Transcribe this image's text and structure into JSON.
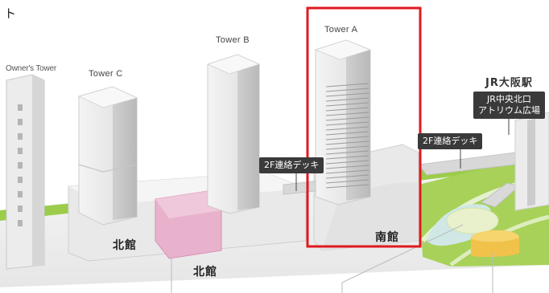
{
  "header_fragment": "ト",
  "buildings": {
    "owners_tower": "Owner's Tower",
    "tower_c": "Tower C",
    "tower_b": "Tower B",
    "tower_a": "Tower A",
    "north_building": "北館",
    "north_building_lower": "北館",
    "south_building": "南館"
  },
  "station": {
    "name": "JR大阪駅"
  },
  "callouts": {
    "deck_left": "2F連絡デッキ",
    "deck_right": "2F連絡デッキ",
    "atrium_line1": "JR中央北口",
    "atrium_line2": "アトリウム広場"
  },
  "colors": {
    "highlight": "#e0191f",
    "green": "#8cc63f",
    "pink": "#e6a9c6",
    "yellow": "#f2c94c",
    "callout_bg": "#3a3a3a"
  }
}
